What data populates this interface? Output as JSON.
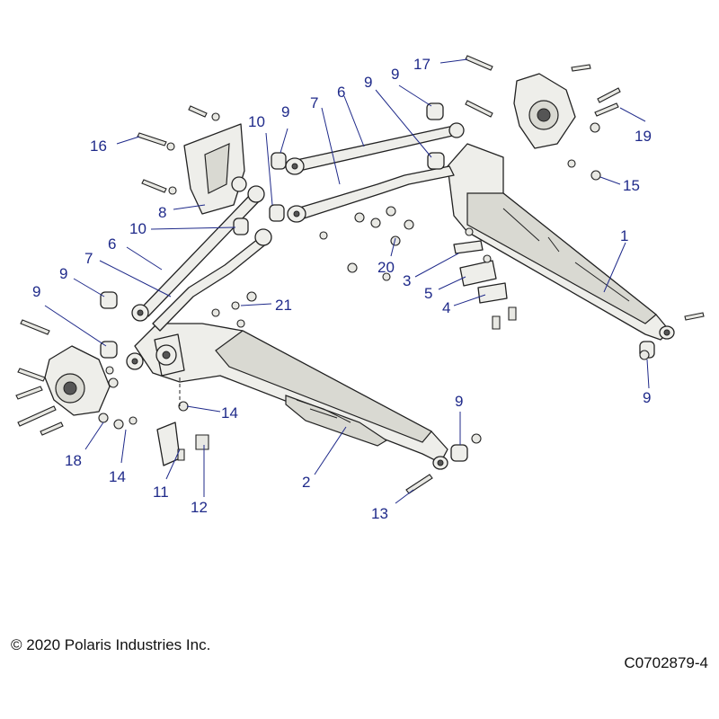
{
  "callouts": {
    "c1": "1",
    "c2": "2",
    "c3": "3",
    "c4": "4",
    "c5": "5",
    "c6a": "6",
    "c6b": "6",
    "c7a": "7",
    "c7b": "7",
    "c8": "8",
    "c9a": "9",
    "c9b": "9",
    "c9c": "9",
    "c9d": "9",
    "c9e": "9",
    "c9f": "9",
    "c9g": "9",
    "c10a": "10",
    "c10b": "10",
    "c11": "11",
    "c12": "12",
    "c13": "13",
    "c14a": "14",
    "c14b": "14",
    "c15": "15",
    "c16": "16",
    "c17": "17",
    "c18": "18",
    "c19": "19",
    "c20": "20",
    "c21": "21"
  },
  "footer": {
    "copyright": "© 2020 Polaris Industries Inc.",
    "drawing_number": "C0702879-4"
  },
  "colors": {
    "callout": "#1f2a8a",
    "line": "#222222"
  }
}
